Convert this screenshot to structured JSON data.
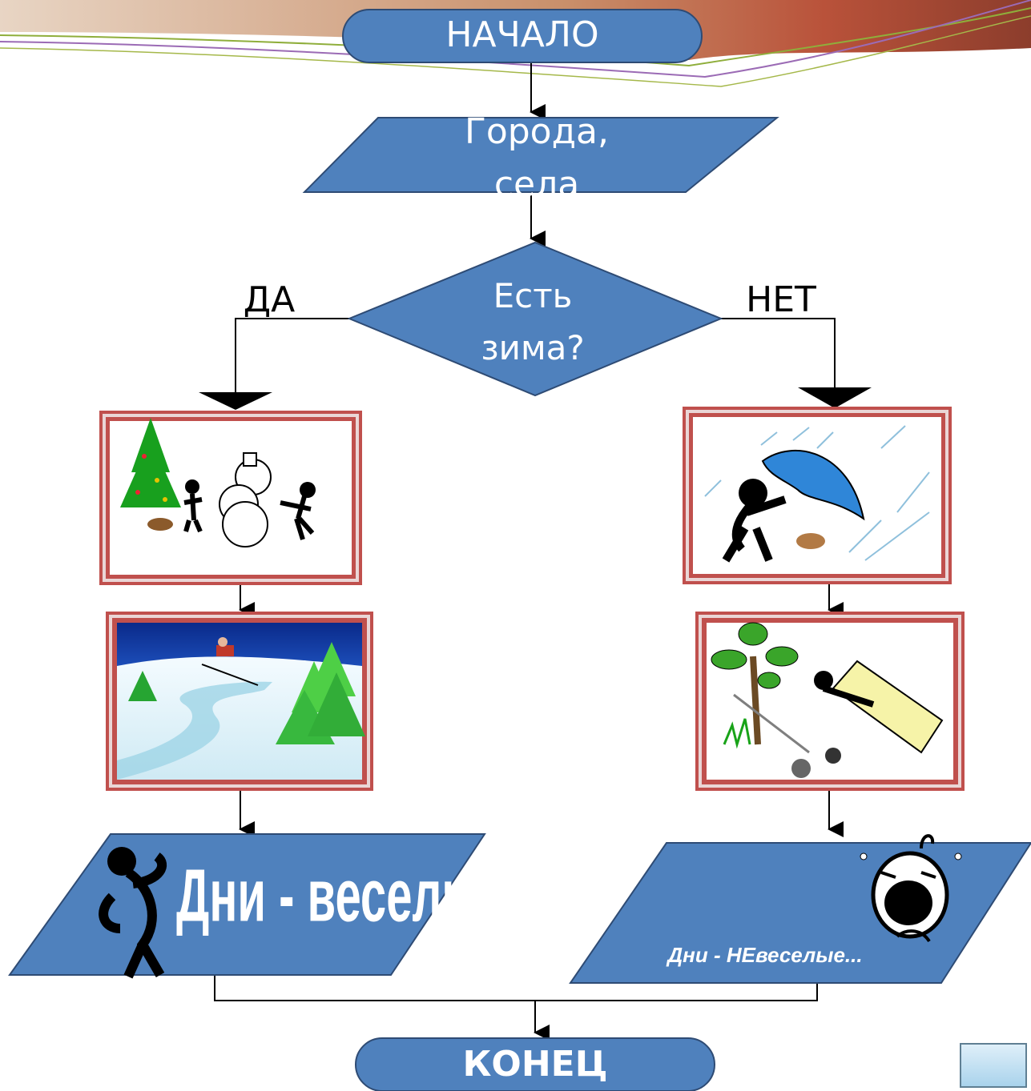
{
  "nodes": {
    "start": "НАЧАЛО",
    "input": [
      "Города,",
      "села"
    ],
    "decision": [
      "Есть",
      "зима?"
    ],
    "end": "КОНЕЦ"
  },
  "branches": {
    "yes": "ДА",
    "no": "НЕТ"
  },
  "outputs": {
    "yes": "Дни - веселые!",
    "no": "Дни -  НЕвеселые..."
  },
  "colors": {
    "shape_fill": "#4f81bd",
    "shape_stroke": "#2e4b74",
    "frame_red": "#c0504d",
    "frame_light": "#ead6d6"
  },
  "icons": {
    "back": "triangle-left-icon"
  }
}
